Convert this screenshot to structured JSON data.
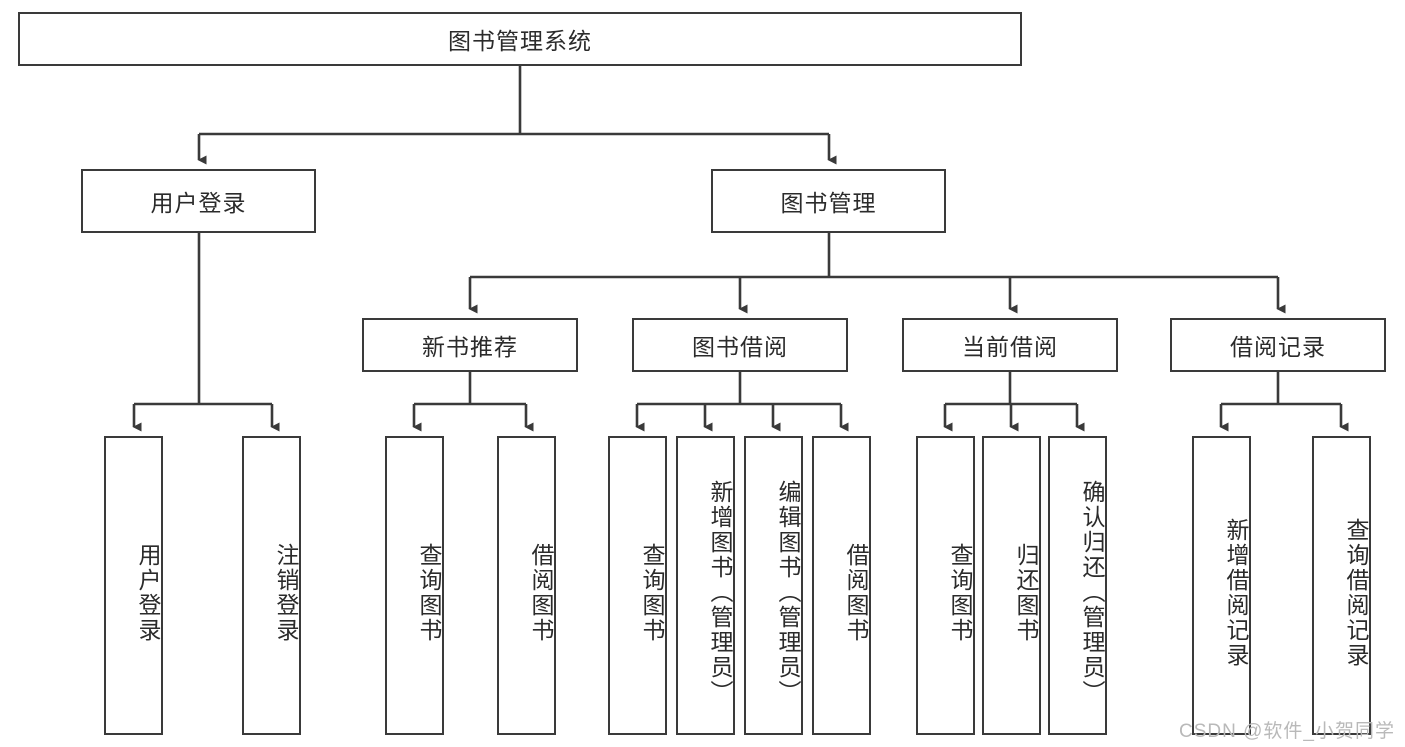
{
  "diagram": {
    "title": "图书管理系统",
    "type": "tree-hierarchy-chart",
    "root": {
      "label": "图书管理系统"
    },
    "level2": [
      {
        "label": "用户登录"
      },
      {
        "label": "图书管理"
      }
    ],
    "level3": [
      {
        "label": "新书推荐"
      },
      {
        "label": "图书借阅"
      },
      {
        "label": "当前借阅"
      },
      {
        "label": "借阅记录"
      }
    ],
    "leaves": {
      "user_login": [
        {
          "label": "用户登录"
        },
        {
          "label": "注销登录"
        }
      ],
      "new_book_recommend": [
        {
          "label": "查询图书"
        },
        {
          "label": "借阅图书"
        }
      ],
      "book_borrow": [
        {
          "label": "查询图书"
        },
        {
          "label": "新增图书（管理员）"
        },
        {
          "label": "编辑图书（管理员）"
        },
        {
          "label": "借阅图书"
        }
      ],
      "current_borrow": [
        {
          "label": "查询图书"
        },
        {
          "label": "归还图书"
        },
        {
          "label": "确认归还（管理员）"
        }
      ],
      "borrow_record": [
        {
          "label": "新增借阅记录"
        },
        {
          "label": "查询借阅记录"
        }
      ]
    }
  },
  "watermark": {
    "text": "CSDN @软件_小贺同学"
  },
  "colors": {
    "box_border": "#3a3a3a",
    "box_fill": "#ffffff",
    "line": "#3a3a3a",
    "text": "#2b2b2b",
    "watermark": "#b9b9b9"
  }
}
